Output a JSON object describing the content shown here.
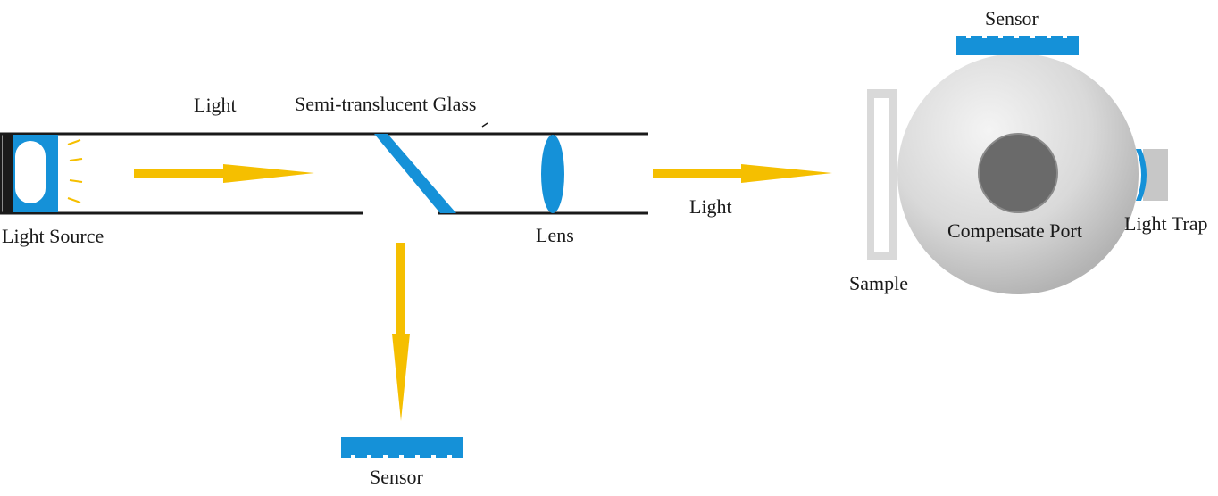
{
  "labels": {
    "light_top": "Light",
    "semi_glass": "Semi-translucent Glass",
    "light_source": "Light Source",
    "lens": "Lens",
    "light_right": "Light",
    "sensor_bottom": "Sensor",
    "sensor_top": "Sensor",
    "sample": "Sample",
    "compensate_port": "Compensate Port",
    "light_trap": "Light Trap"
  },
  "colors": {
    "tube_line": "#1a1a1a",
    "component_blue": "#1591d8",
    "arrow_yellow": "#f5bf00",
    "sample_gray": "#d9d9d9",
    "sphere_gray": "#cfcfcf",
    "port_gray": "#6a6a6a",
    "trap_gray": "#c7c7c7"
  }
}
